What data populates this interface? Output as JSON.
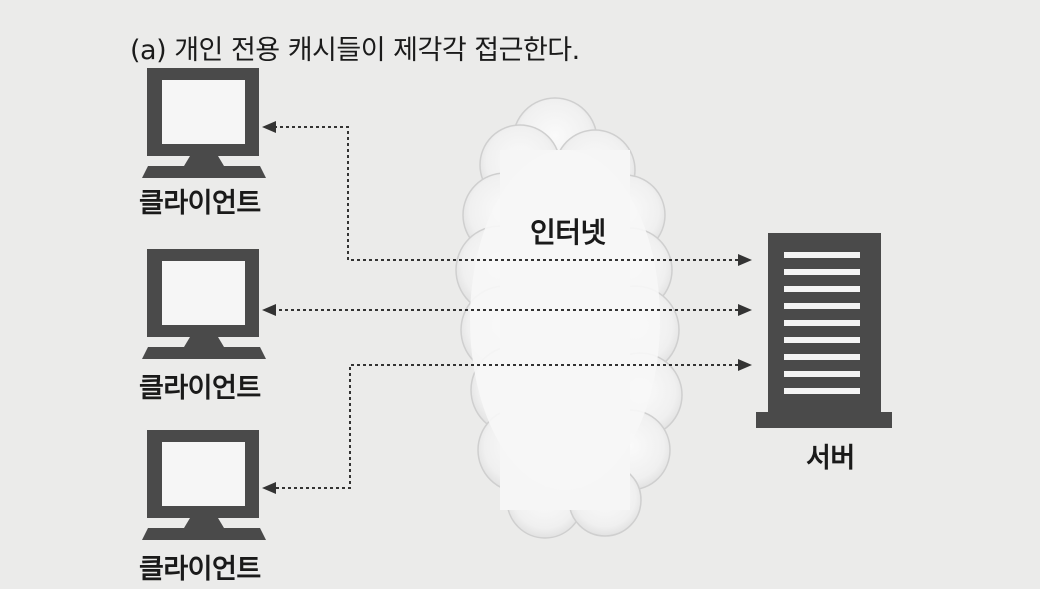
{
  "caption": "(a) 개인 전용 캐시들이 제각각 접근한다.",
  "nodes": {
    "clients": [
      {
        "label": "클라이언트"
      },
      {
        "label": "클라이언트"
      },
      {
        "label": "클라이언트"
      }
    ],
    "internet": {
      "label": "인터넷"
    },
    "server": {
      "label": "서버"
    }
  },
  "colors": {
    "background": "#ebebea",
    "device_dark": "#4a4a4a",
    "line": "#333333"
  }
}
